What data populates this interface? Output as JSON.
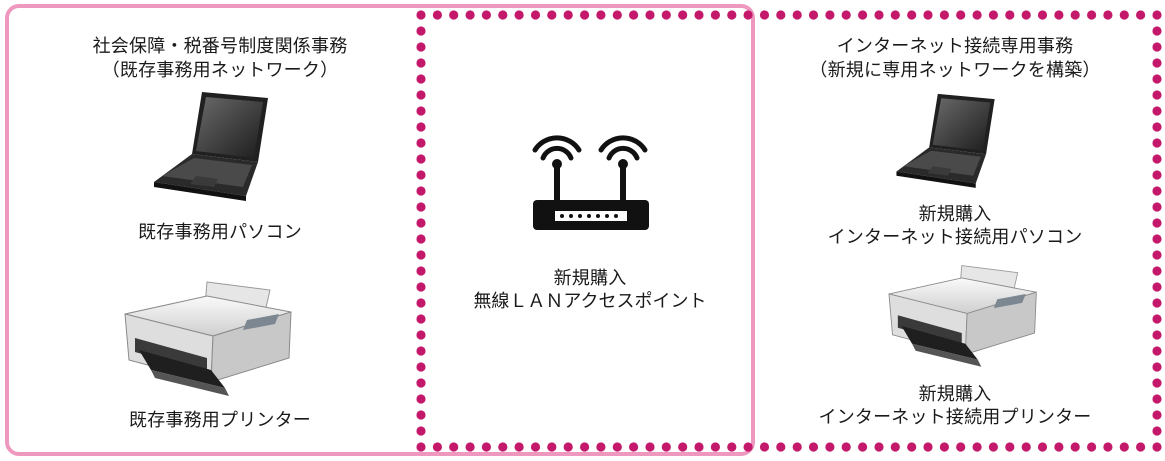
{
  "left_section": {
    "title_line1": "社会保障・税番号制度関係事務",
    "title_line2": "（既存事務用ネットワーク）",
    "laptop_label": "既存事務用パソコン",
    "printer_label": "既存事務用プリンター"
  },
  "center_section": {
    "label_line1": "新規購入",
    "label_line2": "無線ＬＡＮアクセスポイント"
  },
  "right_section": {
    "title_line1": "インターネット接続専用事務",
    "title_line2": "（新規に専用ネットワークを構築）",
    "laptop_line1": "新規購入",
    "laptop_line2": "インターネット接続用パソコン",
    "printer_line1": "新規購入",
    "printer_line2": "インターネット接続用プリンター"
  },
  "colors": {
    "existing_border": "#ef98bf",
    "new_network_dots": "#c4186a"
  },
  "icons": {
    "laptop": "laptop-icon",
    "printer": "printer-icon",
    "router": "wireless-router-icon"
  }
}
